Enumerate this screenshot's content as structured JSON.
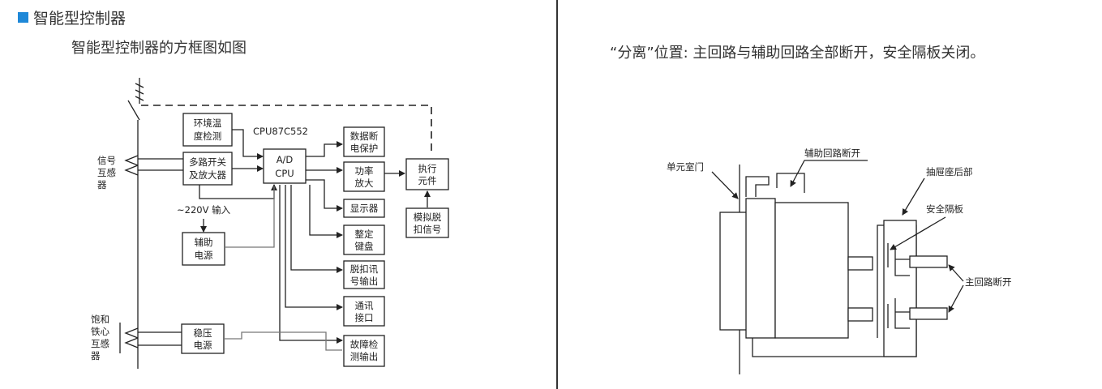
{
  "left": {
    "heading": "智能型控制器",
    "subheading": "智能型控制器的方框图如图",
    "diagram": {
      "env_temp": [
        "环境温",
        "度检测"
      ],
      "mux_amp": [
        "多路开关",
        "及放大器"
      ],
      "cpu_chip": "CPU87C552",
      "ad_cpu": [
        "A/D",
        "CPU"
      ],
      "data_power_protect": [
        "数据断",
        "电保护"
      ],
      "power_amp": [
        "功率",
        "放大"
      ],
      "display": "显示器",
      "keyboard": [
        "整定",
        "键盘"
      ],
      "trip_signal_out": [
        "脱扣讯",
        "号输出"
      ],
      "comm_interface": [
        "通讯",
        "接口"
      ],
      "fault_detect_out": [
        "故障检",
        "测输出"
      ],
      "actuator": [
        "执行",
        "元件"
      ],
      "analog_trip": [
        "模拟脱",
        "扣信号"
      ],
      "aux_power": [
        "辅助",
        "电源"
      ],
      "regulated_power": [
        "稳压",
        "电源"
      ],
      "input_label": "~220V  输入",
      "signal_ct": [
        "信号",
        "互感",
        "器"
      ],
      "saturated_ct": [
        "饱和",
        "铁心",
        "互感",
        "器"
      ]
    }
  },
  "right": {
    "caption": "“分离”位置: 主回路与辅助回路全部断开，安全隔板关闭。",
    "diagram": {
      "unit_door": "单元室门",
      "aux_break": "辅助回路断开",
      "drawer_rear": "抽屉座后部",
      "safety_shutter": "安全隔板",
      "main_break": "主回路断开"
    }
  }
}
